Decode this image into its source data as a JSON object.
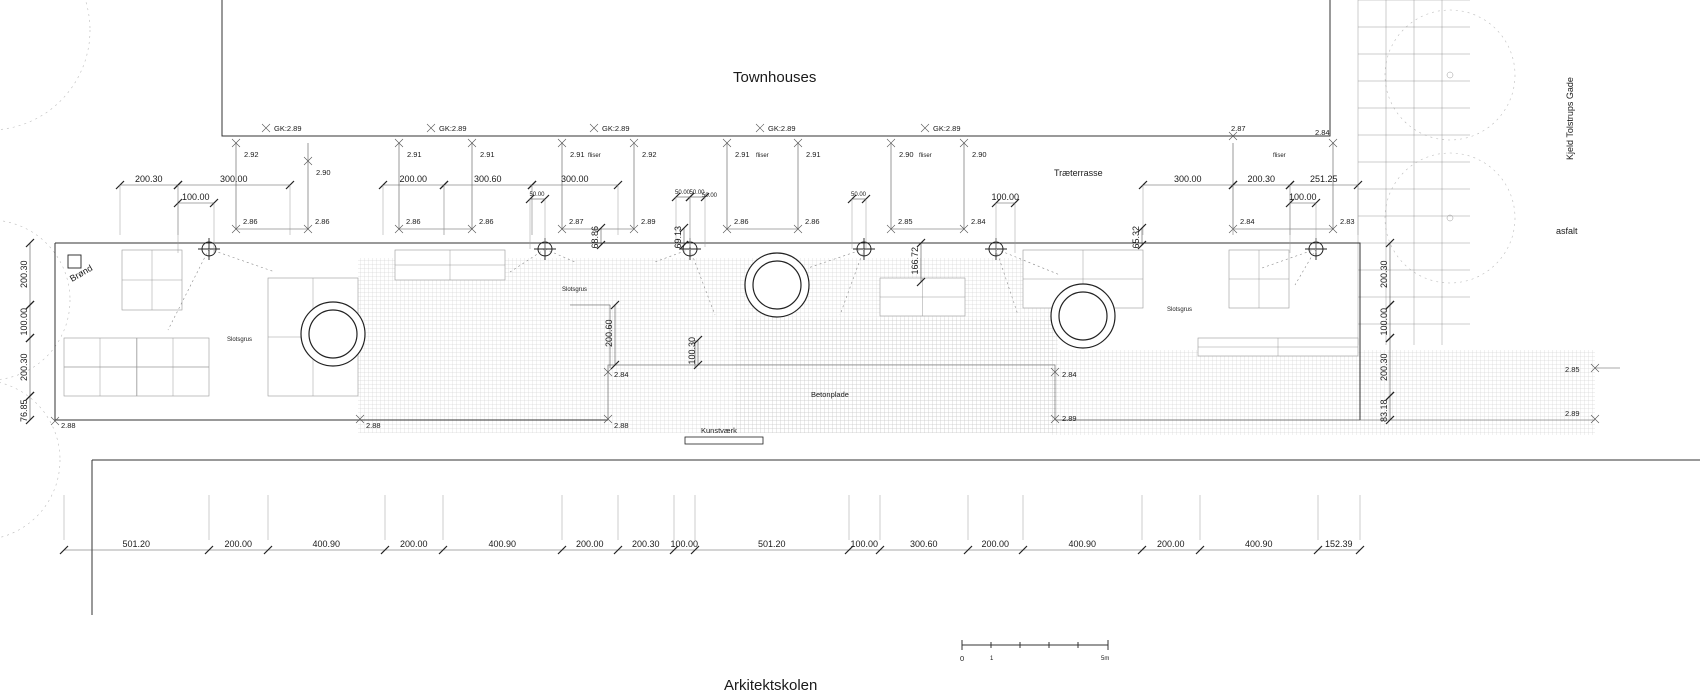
{
  "labels": {
    "townhouses": "Townhouses",
    "arkitektskolen": "Arkitektskolen",
    "street": "Kjeld Tolstrups Gade",
    "asfalt": "asfalt",
    "traeterrasse": "Træterrasse",
    "brond": "Brønd",
    "slotsgrus_a": "Slotsgrus",
    "slotsgrus_b": "Slotsgrus",
    "slotsgrus_c": "Slotsgrus",
    "betonplade": "Betonplade",
    "kunstvaerk": "Kunstværk",
    "fliser": "fliser"
  },
  "gk_points": [
    "GK:2.89",
    "GK:2.89",
    "GK:2.89",
    "GK:2.89",
    "GK:2.89"
  ],
  "levels": {
    "top_row": [
      "2.92",
      "2.90",
      "2.91",
      "2.91",
      "2.91",
      "2.92",
      "2.91",
      "2.91",
      "2.90",
      "2.90",
      "2.87",
      "2.84"
    ],
    "mid_row": [
      "2.86",
      "2.86",
      "2.86",
      "2.86",
      "2.87",
      "2.89",
      "2.86",
      "2.86",
      "2.85",
      "2.84",
      "2.84",
      "2.83"
    ],
    "bottom": [
      "2.88",
      "2.88",
      "2.88",
      "2.84",
      "2.84",
      "2.89",
      "2.85",
      "2.89"
    ]
  },
  "top_dims": [
    "200.30",
    "300.00",
    "100.00",
    "200.00",
    "300.60",
    "300.00",
    "50.00",
    "50.00",
    "50.00",
    "50.00",
    "50.00",
    "100.00",
    "300.00",
    "200.30",
    "251.25",
    "100.00"
  ],
  "inner_dims": [
    "68.86",
    "69.13",
    "166.72",
    "65.32",
    "200.60",
    "100.30"
  ],
  "left_dims": [
    "200.30",
    "100.00",
    "200.30",
    "76.85"
  ],
  "right_dims": [
    "200.30",
    "100.00",
    "200.30",
    "83.18"
  ],
  "bottom_dims": [
    "501.20",
    "200.00",
    "400.90",
    "200.00",
    "400.90",
    "200.00",
    "200.30",
    "100.00",
    "501.20",
    "100.00",
    "300.60",
    "200.00",
    "400.90",
    "200.00",
    "400.90",
    "152.39"
  ],
  "scale": {
    "zero": "0",
    "one": "1",
    "five": "5m"
  }
}
